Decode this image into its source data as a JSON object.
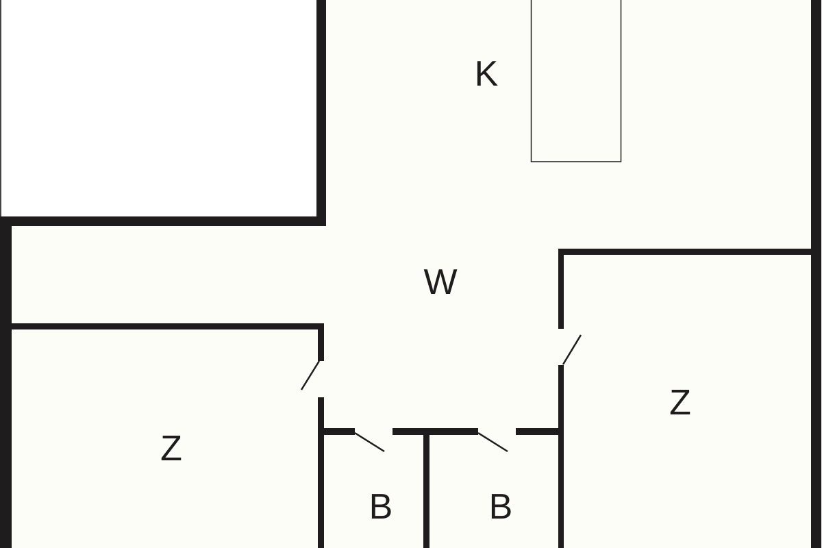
{
  "floorplan": {
    "rooms": [
      {
        "id": "kitchen",
        "label": "K"
      },
      {
        "id": "living",
        "label": "W"
      },
      {
        "id": "bedroom-left",
        "label": "Z"
      },
      {
        "id": "bedroom-right",
        "label": "Z"
      },
      {
        "id": "bathroom-left",
        "label": "B"
      },
      {
        "id": "bathroom-right",
        "label": "B"
      }
    ]
  },
  "colors": {
    "wall": "#1e1c1d",
    "floor": "#fdfdf8",
    "outside": "#ffffff"
  }
}
